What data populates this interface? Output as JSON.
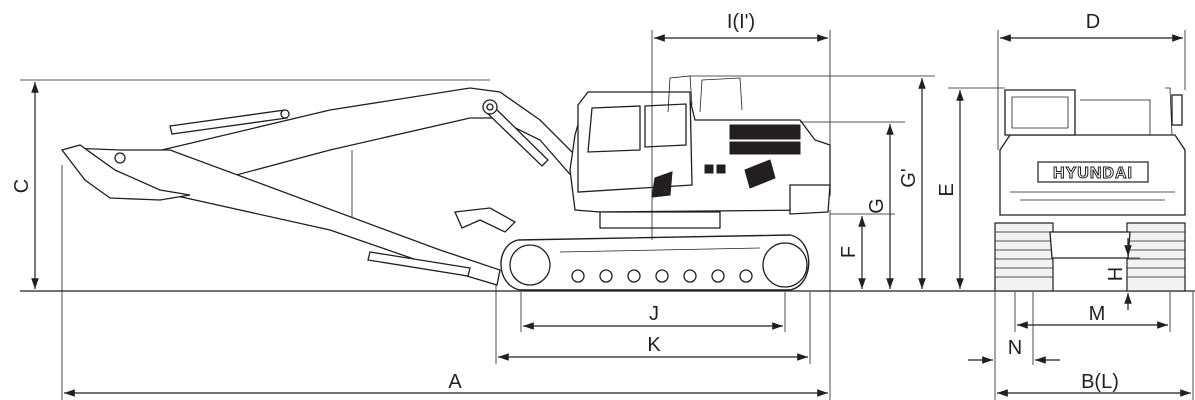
{
  "labels": {
    "A": "A",
    "B_L": "B(L)",
    "C": "C",
    "D": "D",
    "E": "E",
    "F": "F",
    "G": "G",
    "G_prime": "G'",
    "H": "H",
    "I_I_prime": "I(I')",
    "J": "J",
    "K": "K",
    "M": "M",
    "N": "N"
  },
  "brand": "HYUNDAI",
  "colors": {
    "line": "#231f20",
    "background": "#ffffff",
    "window": "#231f20"
  }
}
